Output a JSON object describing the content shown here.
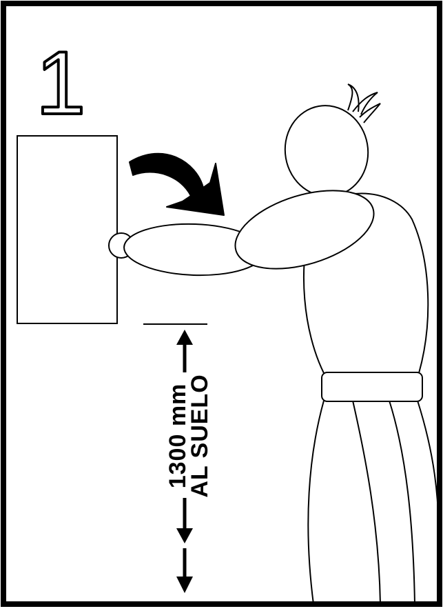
{
  "step_number": "1",
  "measurement": {
    "value": "1300 mm",
    "reference": "AL SUELO"
  }
}
